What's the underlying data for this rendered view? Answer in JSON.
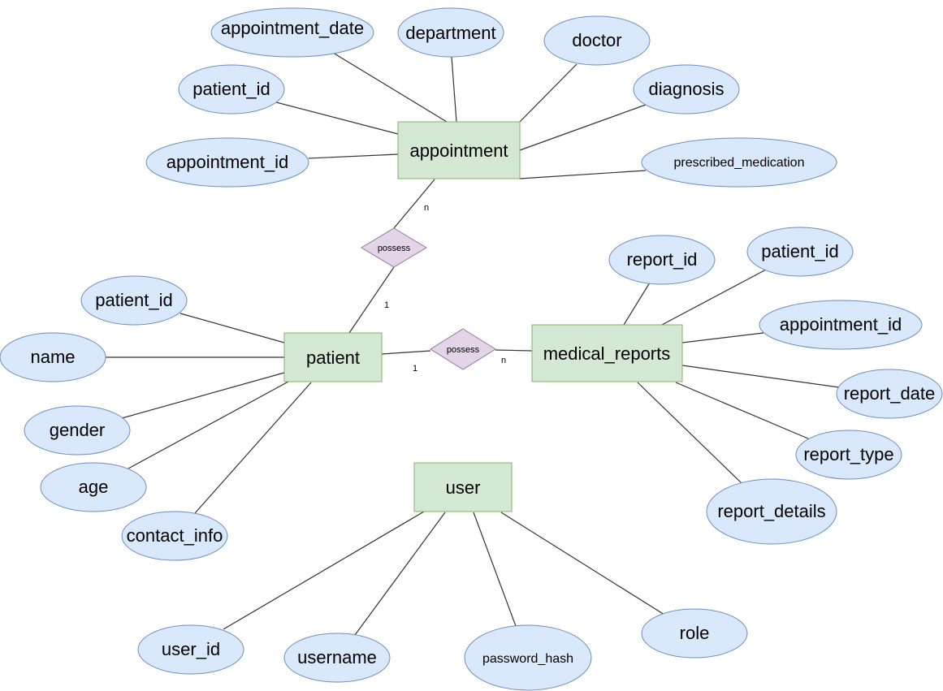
{
  "entities": {
    "appointment": "appointment",
    "patient": "patient",
    "medical_reports": "medical_reports",
    "user": "user"
  },
  "relationships": {
    "possess_appointment": "possess",
    "possess_reports": "possess"
  },
  "cardinalities": {
    "appointment_n": "n",
    "patient_to_appointment_1": "1",
    "patient_to_reports_1": "1",
    "reports_n": "n"
  },
  "attributes": {
    "appointment": {
      "appointment_date": "appointment_date",
      "department": "department",
      "doctor": "doctor",
      "diagnosis": "diagnosis",
      "patient_id": "patient_id",
      "appointment_id": "appointment_id",
      "prescribed_medication": "prescribed_medication"
    },
    "patient": {
      "patient_id": "patient_id",
      "name": "name",
      "gender": "gender",
      "age": "age",
      "contact_info": "contact_info"
    },
    "medical_reports": {
      "report_id": "report_id",
      "patient_id": "patient_id",
      "appointment_id": "appointment_id",
      "report_date": "report_date",
      "report_type": "report_type",
      "report_details": "report_details"
    },
    "user": {
      "user_id": "user_id",
      "username": "username",
      "password_hash": "password_hash",
      "role": "role"
    }
  },
  "colors": {
    "entity_fill": "#d5e8d4",
    "entity_stroke": "#82b366",
    "attribute_fill": "#dae8fc",
    "attribute_stroke": "#6c8ebf",
    "relationship_fill": "#e1d5e7",
    "relationship_stroke": "#9673a6"
  }
}
